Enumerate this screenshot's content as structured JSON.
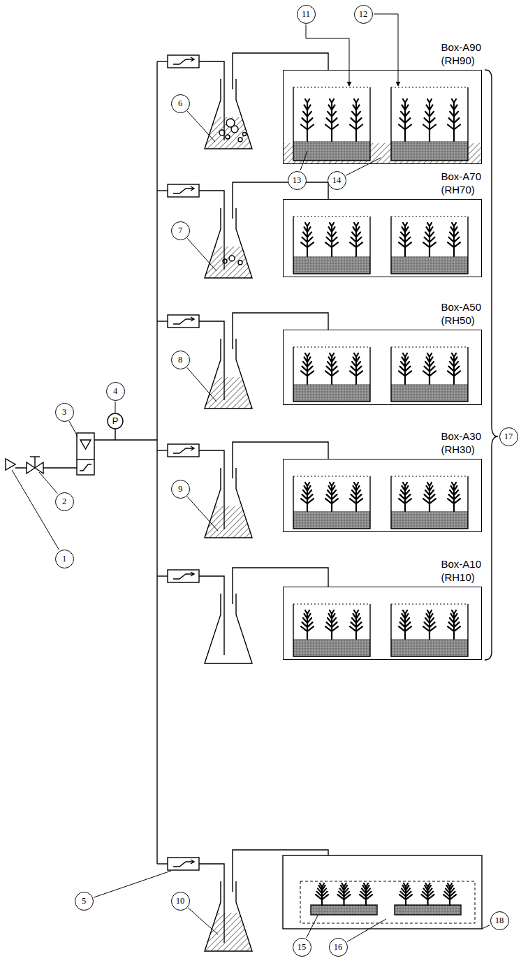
{
  "diagram": {
    "nodes": [
      {
        "text": [
          "Box-A90",
          "(RH90)"
        ]
      },
      {
        "text": [
          "Box-A70",
          "(RH70)"
        ]
      },
      {
        "text": [
          "Box-A50",
          "(RH50)"
        ]
      },
      {
        "text": [
          "Box-A30",
          "(RH30)"
        ]
      },
      {
        "text": [
          "Box-A10",
          "(RH10)"
        ]
      }
    ],
    "labels": [
      "11",
      "12",
      "6",
      "13",
      "14",
      "7",
      "4",
      "P",
      "3",
      "8",
      "17",
      "2",
      "9",
      "1",
      "5",
      "10",
      "15",
      "16",
      "18"
    ]
  }
}
